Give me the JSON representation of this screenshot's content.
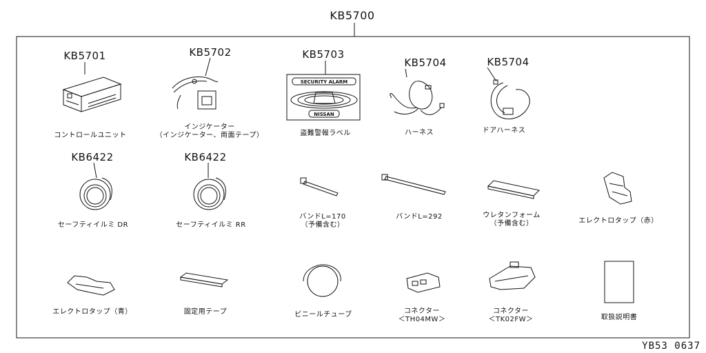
{
  "assembly": {
    "code": "KB5700"
  },
  "parts": [
    {
      "code": "KB5701",
      "label": "コントロールユニット",
      "label2": ""
    },
    {
      "code": "KB5702",
      "label": "インジケーター",
      "label2": "（インジケーター、両面テープ）"
    },
    {
      "code": "KB5703",
      "label": "盗難警報ラベル",
      "label2": ""
    },
    {
      "code": "KB5704",
      "label": "ハーネス",
      "label2": ""
    },
    {
      "code": "KB5704",
      "label": "ドアハーネス",
      "label2": ""
    },
    {
      "code": "KB6422",
      "label": "セーフティイルミ DR",
      "label2": ""
    },
    {
      "code": "KB6422",
      "label": "セーフティイルミ RR",
      "label2": ""
    },
    {
      "code": "",
      "label": "バンドL=170",
      "label2": "（予備含む）"
    },
    {
      "code": "",
      "label": "バンドL=292",
      "label2": ""
    },
    {
      "code": "",
      "label": "ウレタンフォーム",
      "label2": "（予備含む）"
    },
    {
      "code": "",
      "label": "エレクトロタップ（赤）",
      "label2": ""
    },
    {
      "code": "",
      "label": "エレクトロタップ（青）",
      "label2": ""
    },
    {
      "code": "",
      "label": "固定用テープ",
      "label2": ""
    },
    {
      "code": "",
      "label": "ビニールチューブ",
      "label2": ""
    },
    {
      "code": "",
      "label": "コネクター",
      "label2": "＜TH04MW＞"
    },
    {
      "code": "",
      "label": "コネクター",
      "label2": "＜TK02FW＞"
    },
    {
      "code": "",
      "label": "取扱説明書",
      "label2": ""
    }
  ],
  "label_artwork": {
    "top_text": "SECURITY ALARM",
    "bottom_text": "NISSAN"
  },
  "footer": {
    "ref": "YB53  0637"
  }
}
